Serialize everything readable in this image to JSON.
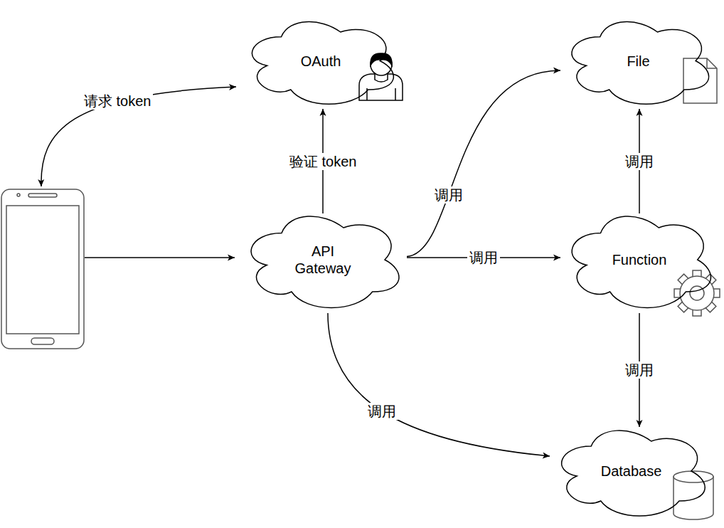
{
  "diagram": {
    "nodes": [
      {
        "text": [
          "OAuth"
        ]
      },
      {
        "text": [
          "File"
        ]
      },
      {
        "text": [
          "API Gateway"
        ]
      },
      {
        "text": [
          "Function"
        ]
      },
      {
        "text": [
          "Database"
        ]
      }
    ],
    "edges": [
      {
        "from": 2,
        "to": 0,
        "label": "验证 token",
        "arrow": "to"
      },
      {
        "from": 2,
        "to": 1,
        "label": "调用",
        "arrow": "to"
      },
      {
        "from": 2,
        "to": 3,
        "label": "调用",
        "arrow": "to"
      },
      {
        "from": 3,
        "to": 1,
        "label": "调用",
        "arrow": "to"
      },
      {
        "from": 3,
        "to": 4,
        "label": "调用",
        "arrow": "to"
      },
      {
        "from": 2,
        "to": 4,
        "label": "调用",
        "arrow": "to"
      }
    ],
    "labels": [
      "请求 token"
    ]
  }
}
